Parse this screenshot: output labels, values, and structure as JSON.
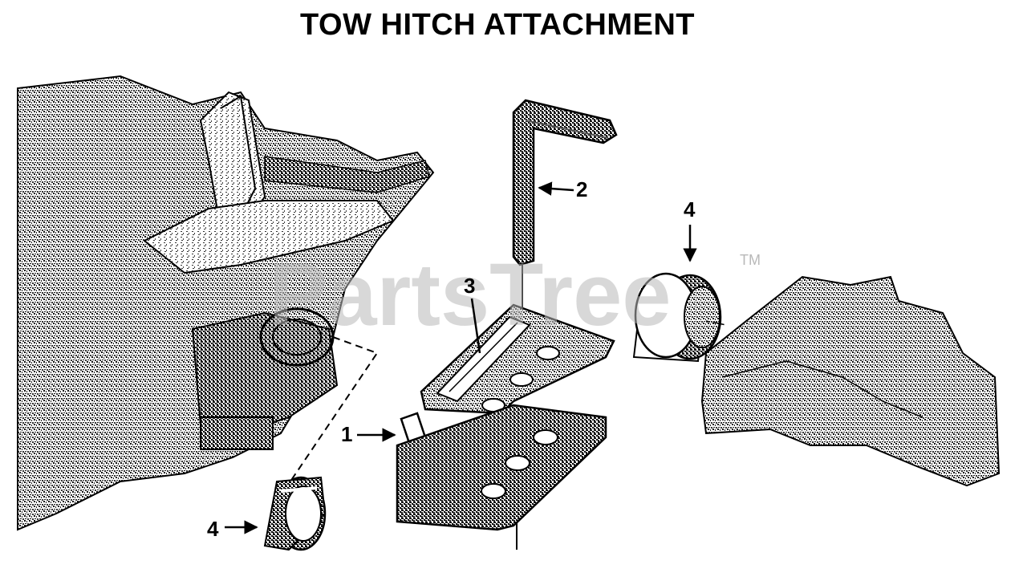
{
  "title": "TOW HITCH ATTACHMENT",
  "callouts": {
    "hitch_plate": "1",
    "hitch_pin": "2",
    "slot": "3",
    "spacer_right": "4",
    "spacer_left": "4"
  },
  "watermark": {
    "text": "PartsTree",
    "trademark": "TM"
  },
  "colors": {
    "ink": "#000000",
    "shade": "#2a2a2a",
    "light_shade": "#6e6e6e",
    "watermark": "#b9b9b9"
  }
}
